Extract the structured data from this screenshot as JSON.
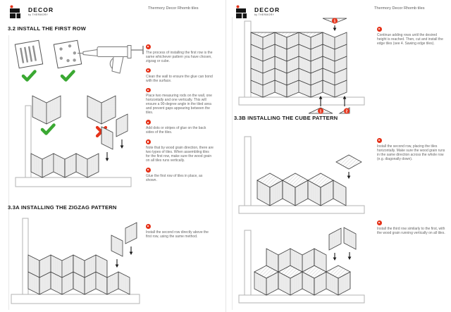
{
  "doc_title": "Thermory Decor Rhomb tiles",
  "brand": {
    "name": "DECOR",
    "sub": "by THERMORY"
  },
  "colors": {
    "accent_red": "#e5331a",
    "check_green": "#3aa832",
    "ink": "#3f3f3f"
  },
  "icons": {
    "step_bullet": "red-dot-bullet",
    "correct_mark": "green-check",
    "wrong_mark": "red-cross",
    "placement_arrow": "black-arrow",
    "brand_mark": "thermory-tile-steps-with-red-dot"
  },
  "pages": {
    "left": {
      "header_right": "Thermory Decor Rhomb tiles",
      "section_install": {
        "heading": "3.2 INSTALL THE FIRST ROW",
        "steps": [
          "The process of installing the first row is the same whichever pattern you have chosen, zigzag or cube.",
          "Clean the wall to ensure the glue can bond with the surface.",
          "Place two measuring rods on the wall, one horizontally and one vertically. This will ensure a 90-degree angle in the tiled area and prevent gaps appearing between the tiles.",
          "Add dots or stripes of glue on the back sides of the tiles.",
          "Note that by wood grain direction, there are two types of tiles. When assembling tiles for the first row, make sure the wood grain on all tiles runs vertically.",
          "Glue the first row of tiles in place, as shown."
        ]
      },
      "section_zigzag": {
        "heading": "3.3A INSTALLING THE ZIGZAG PATTERN",
        "steps": [
          "Install the second row directly above the first row, using the same method."
        ]
      }
    },
    "right": {
      "header_right": "Thermory Decor Rhomb tiles",
      "steps_continue": [
        "Continue adding rows until the desired height is reached. Then, cut and install the edge tiles (see 4. Sawing edge tiles)."
      ],
      "section_cube": {
        "heading": "3.3B INSTALLING THE CUBE PATTERN",
        "steps": [
          "Install the second row, placing the tiles horizontally. Make sure the wood grain runs in the same direction across the whole row (e.g. diagonally down).",
          "Install the third row similarly to the first, with the wood grain running vertically on all tiles."
        ]
      },
      "badges": {
        "edge_tile_top": "1",
        "edge_tile_bottom_large": "1",
        "edge_tile_bottom_small": "2"
      }
    }
  }
}
